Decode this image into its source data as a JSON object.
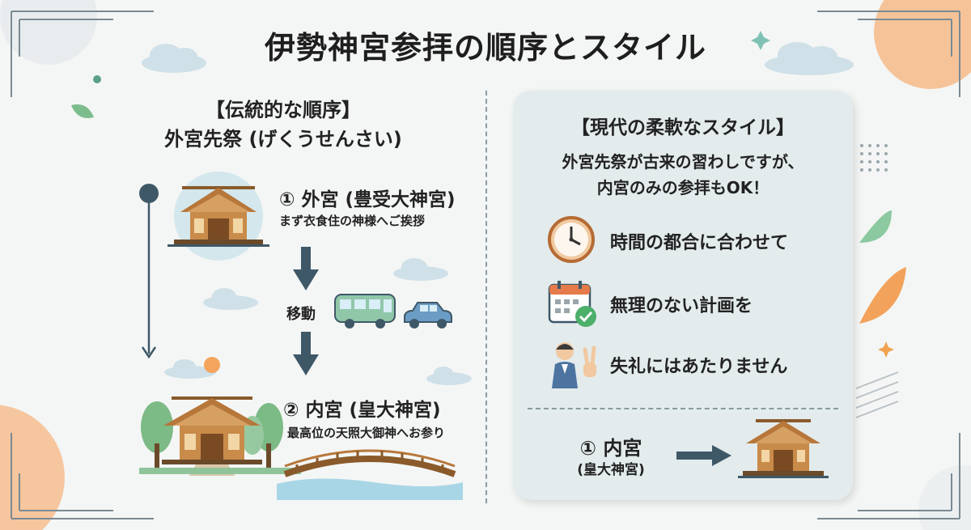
{
  "title": "伊勢神宮参拝の順序とスタイル",
  "traditional": {
    "heading": "【伝統的な順序】",
    "subheading": "外宮先祭 (げくうせんさい)",
    "step1_title": "① 外宮 (豊受大神宮)",
    "step1_sub": "まず衣食住の神様へご挨拶",
    "move_label": "移動",
    "step2_title": "② 内宮 (皇大神宮)",
    "step2_sub": "最高位の天照大御神へお参り"
  },
  "modern": {
    "heading": "【現代の柔軟なスタイル】",
    "intro_line1": "外宮先祭が古来の習わしですが、",
    "intro_line2": "内宮のみの参拝もOK！",
    "items": [
      {
        "label": "時間の都合に合わせて",
        "icon": "clock-icon"
      },
      {
        "label": "無理のない計画を",
        "icon": "calendar-check-icon"
      },
      {
        "label": "失礼にはあたりません",
        "icon": "bowing-person-icon"
      }
    ],
    "step_title": "① 内宮",
    "step_sub": "(皇大神宮)"
  },
  "colors": {
    "arrow": "#3f5868",
    "accent_orange": "#f39a4e",
    "panel": "#e3ebec",
    "shrine_roof": "#b7773a"
  }
}
